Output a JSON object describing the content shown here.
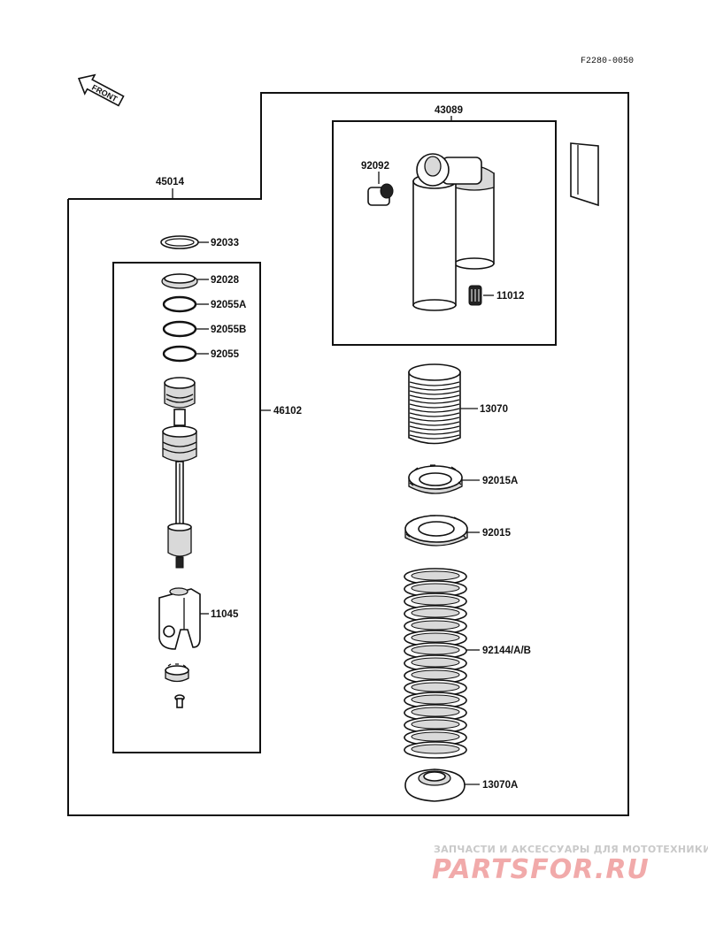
{
  "figure_code": "F2280-0050",
  "front_label": "FRONT",
  "assembly_labels": {
    "shock_assembly": "45014",
    "reservoir_assembly": "43089",
    "damper_unit": "46102"
  },
  "part_labels": {
    "p92033": "92033",
    "p92028": "92028",
    "p92055a": "92055A",
    "p92055b": "92055B",
    "p92055": "92055",
    "p11045": "11045",
    "p92092": "92092",
    "p11012": "11012",
    "p13070": "13070",
    "p92015a": "92015A",
    "p92015": "92015",
    "p92144": "92144/A/B",
    "p13070a": "13070A"
  },
  "watermark": {
    "line1": "ЗАПЧАСТИ И АКСЕССУАРЫ ДЛЯ МОТОТЕХНИКИ",
    "line2": "PARTSFOR.RU"
  }
}
